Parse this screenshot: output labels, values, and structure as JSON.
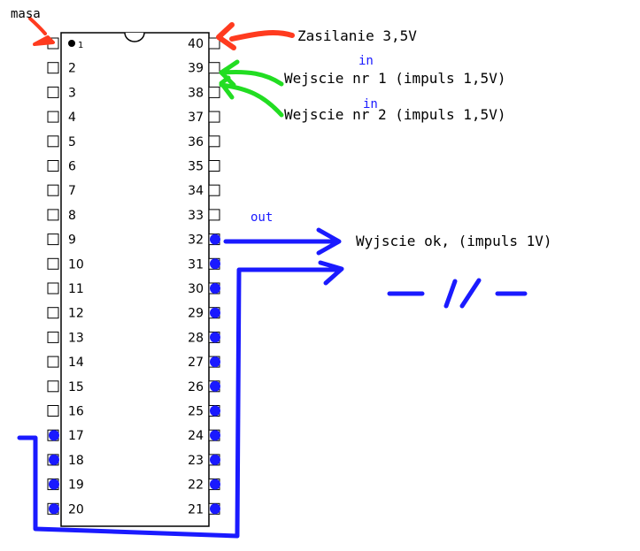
{
  "chip": {
    "pin1_marker": "1",
    "left_pins": [
      "2",
      "3",
      "4",
      "5",
      "6",
      "7",
      "8",
      "9",
      "10",
      "11",
      "12",
      "13",
      "14",
      "15",
      "16",
      "17",
      "18",
      "19",
      "20"
    ],
    "right_pins": [
      "40",
      "39",
      "38",
      "37",
      "36",
      "35",
      "34",
      "33",
      "32",
      "31",
      "30",
      "29",
      "28",
      "27",
      "26",
      "25",
      "24",
      "23",
      "22",
      "21"
    ]
  },
  "labels": {
    "ground": "masa",
    "power": "Zasilanie 3,5V",
    "input1_tag": "in",
    "input1": "Wejscie nr 1 (impuls 1,5V)",
    "input2_tag": "in",
    "input2": "Wejscie nr 2 (impuls 1,5V)",
    "output_tag": "out",
    "output": "Wyjscie ok, (impuls 1V)"
  },
  "colors": {
    "red": "#ff3b1f",
    "green": "#22dd22",
    "blue": "#1a1aff",
    "black": "#000000"
  }
}
